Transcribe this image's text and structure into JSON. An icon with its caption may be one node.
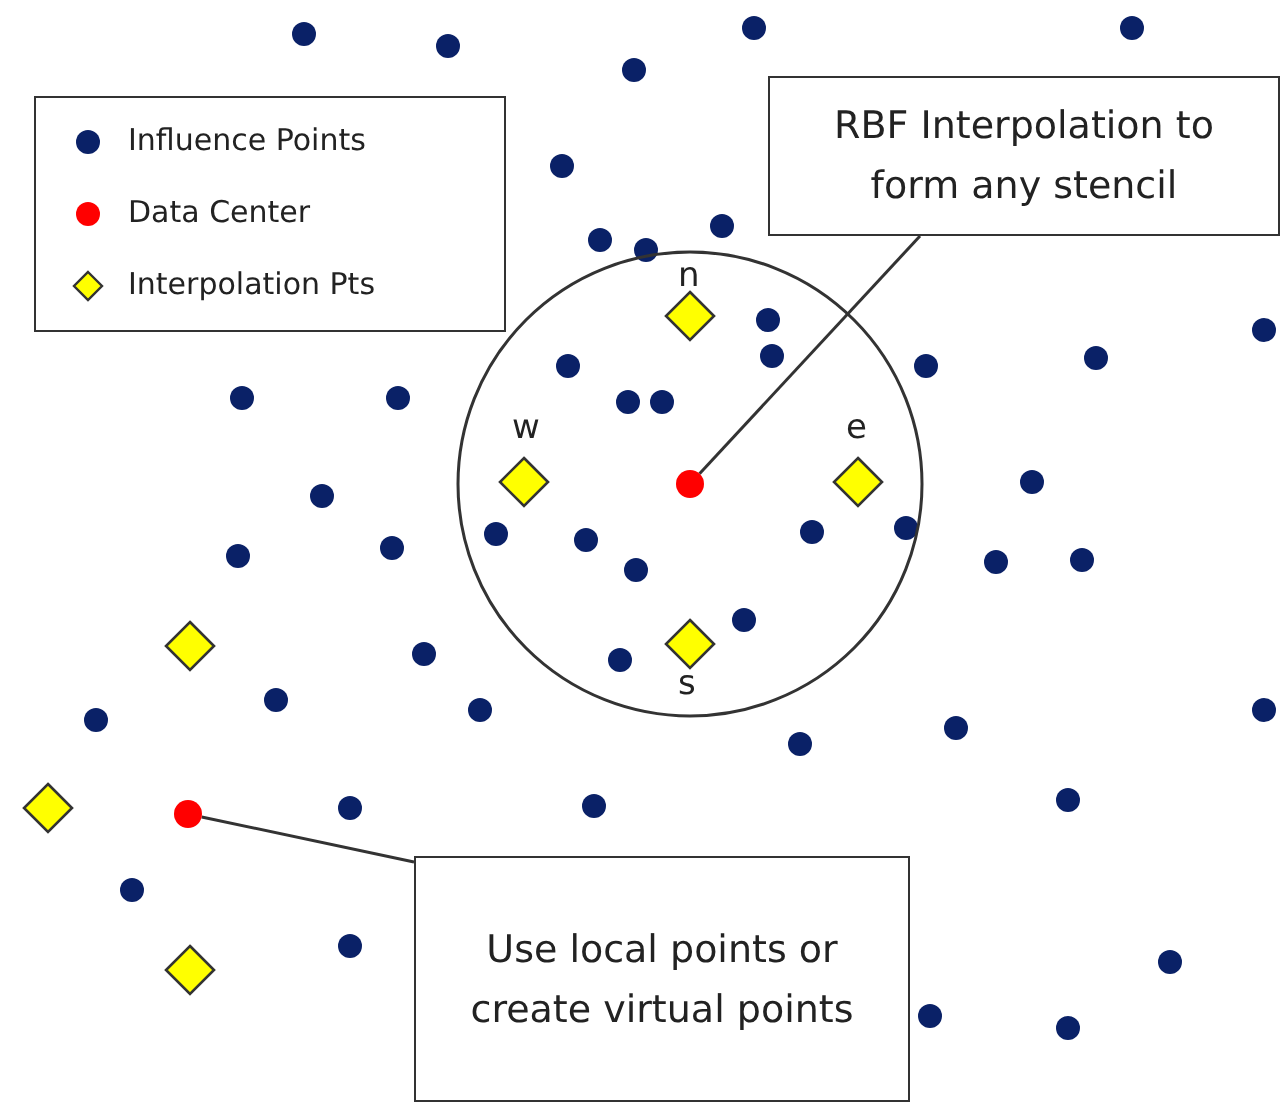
{
  "diagram": {
    "nodes": [
      {
        "text": [
          "RBF Interpolation to form any stencil"
        ]
      },
      {
        "text": [],
        "shape": "circle"
      },
      {
        "text": [],
        "shape": "circle"
      },
      {
        "text": [
          "Use local points or create virtual points"
        ]
      }
    ],
    "edges": [
      {
        "from": 0,
        "to": 1,
        "arrow": "none"
      },
      {
        "from": 3,
        "to": 2,
        "arrow": "none"
      }
    ],
    "labels": [
      "n",
      "w",
      "e",
      "s"
    ],
    "legend": [
      {
        "text": "Influence Points"
      },
      {
        "text": "Data Center"
      },
      {
        "text": "Interpolation Pts"
      }
    ]
  }
}
